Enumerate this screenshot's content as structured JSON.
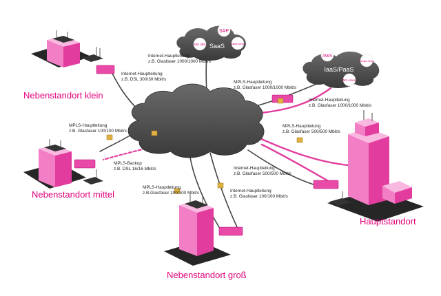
{
  "colors": {
    "magenta": "#e2007a",
    "cloud": "#4a4a4a",
    "building": "#f06bbd",
    "lock": "#e0b040"
  },
  "sites": {
    "nebenstandort_klein": "Nebenstandort klein",
    "nebenstandort_mittel": "Nebenstandort mittel",
    "nebenstandort_gross": "Nebenstandort groß",
    "hauptstandort": "Hauptstandort"
  },
  "clouds": {
    "saas": {
      "label": "SaaS",
      "badges": [
        "SAP",
        "MS 365",
        "sales-force"
      ]
    },
    "iaas": {
      "label": "IaaS/PaaS",
      "badges": [
        "AWS",
        "Google Cloud",
        "MS Azure"
      ]
    }
  },
  "links": {
    "saas_internet": {
      "title": "Internet-Hauptleitung",
      "detail": "z.B. Glasfaser 1000/1000 Mbit/s"
    },
    "klein_internet": {
      "title": "Internet-Hauptleitung",
      "detail": "z.B. DSL 300/30 Mbit/s"
    },
    "iaas_mpls": {
      "title": "MPLS-Hauptleitung",
      "detail": "z.B. Glasfaser 1000/1000 Mbit/s"
    },
    "iaas_internet": {
      "title": "Internet-Hauptleitung",
      "detail": "z.B. Glasfaser 1000/1000 Mbit/s"
    },
    "mittel_mpls": {
      "title": "MPLS-Hauptleitung",
      "detail": "z.B. Glasfaser 100/100 Mbit/s"
    },
    "haupt_mpls": {
      "title": "MPLS-Hauptleitung",
      "detail": "z.B. Glasfaser 500/500 Mbit/s"
    },
    "mittel_backup": {
      "title": "MPLS-Backup",
      "detail": "z.B. DSL 16/16 Mbit/s"
    },
    "haupt_internet": {
      "title": "Internet-Hauptleitung",
      "detail": "z.B. Glasfaser 500/500 Mbit/s"
    },
    "gross_mpls": {
      "title": "MPLS-Hauptleitung",
      "detail": "z.B.Glasfaser 100/100 Mbit/s"
    },
    "gross_internet": {
      "title": "Internet-Hauptleitung",
      "detail": "z.B. Glasfaser 100/100 Mbit/s"
    }
  }
}
